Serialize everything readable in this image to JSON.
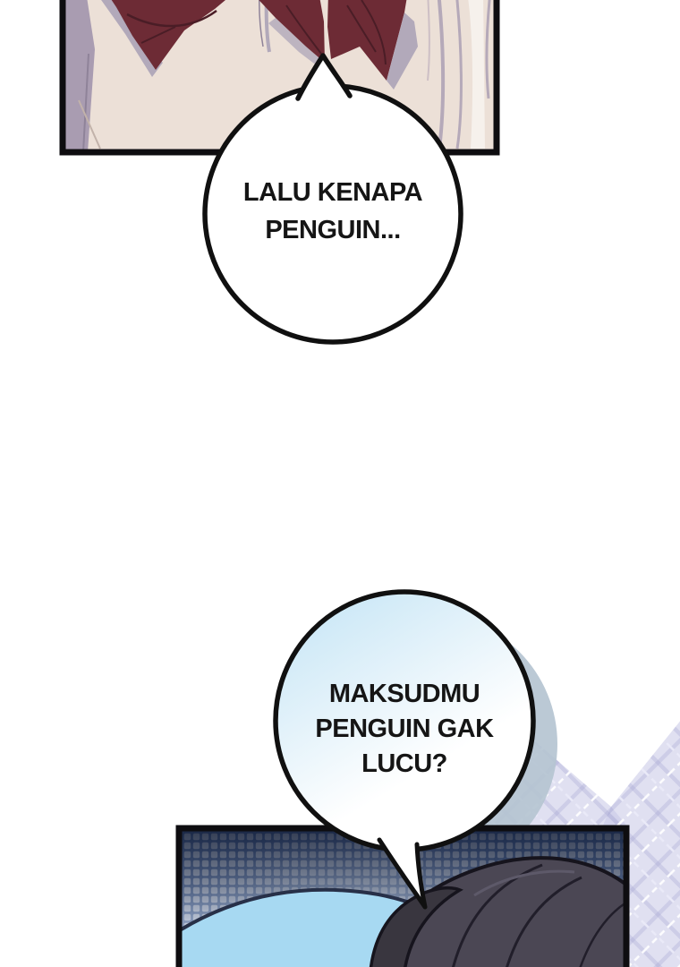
{
  "page": {
    "kind": "webtoon comic page",
    "language": "Indonesian",
    "background": "#ffffff"
  },
  "panels": [
    {
      "name": "top-panel",
      "art": "close-up of cream shirt with dark maroon ribbon bow"
    },
    {
      "name": "bottom-panel",
      "art": "dark halftone room, long dark hair on a light blue pillow"
    }
  ],
  "bubbles": [
    {
      "name": "top-bubble",
      "tail": "up",
      "lines": [
        "LALU KENAPA",
        "PENGUIN..."
      ]
    },
    {
      "name": "bottom-bubble",
      "tail": "down",
      "lines": [
        "MAKSUDMU",
        "PENGUIN GAK",
        "LUCU?"
      ]
    }
  ],
  "colors": {
    "panel_border": "#0e0d10",
    "shirt_cream": "#ece0d7",
    "ribbon_maroon": "#6d2b35",
    "ribbon_line": "#4a1d26",
    "fold_lavender": "#b2a9ba",
    "bubble_fill": "#ffffff",
    "bubble2_tint": "#c7e6f6",
    "halftone_navy_top": "#1d2f54",
    "halftone_dot": "#d3dcec",
    "pillow_blue": "#a7d9f2",
    "hair_dark": "#4b4754",
    "plaid_lavender": "#c6c6e6",
    "bubble_shadow_blue": "#b5c4d1",
    "text": "#151515"
  }
}
